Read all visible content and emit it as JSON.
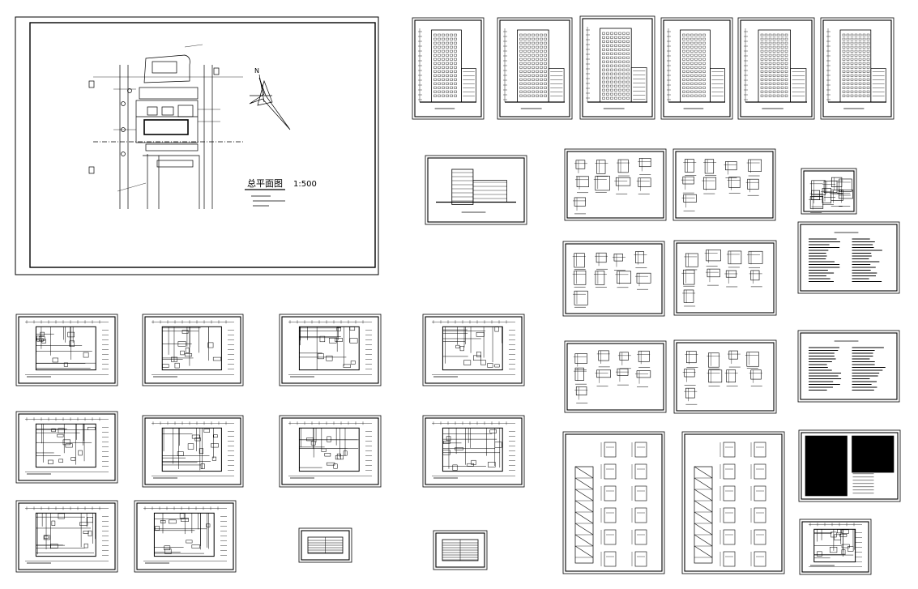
{
  "site_plan": {
    "title": "总平面图",
    "scale": "1:500",
    "compass_label": "N"
  },
  "sheets": [
    {
      "id": "site-plan-sheet",
      "kind": "siteplan"
    },
    {
      "id": "elevation-sheet-1",
      "kind": "elevation"
    },
    {
      "id": "elevation-sheet-2",
      "kind": "elevation"
    },
    {
      "id": "elevation-sheet-3",
      "kind": "elevation"
    },
    {
      "id": "elevation-sheet-4",
      "kind": "elevation"
    },
    {
      "id": "elevation-sheet-5",
      "kind": "elevation"
    },
    {
      "id": "elevation-sheet-6",
      "kind": "elevation"
    },
    {
      "id": "section-sheet",
      "kind": "section"
    },
    {
      "id": "detail-sheet-1",
      "kind": "details"
    },
    {
      "id": "detail-sheet-2",
      "kind": "details"
    },
    {
      "id": "small-detail-sheet",
      "kind": "details"
    },
    {
      "id": "notes-sheet-1",
      "kind": "notes"
    },
    {
      "id": "detail-sheet-3",
      "kind": "details"
    },
    {
      "id": "detail-sheet-4",
      "kind": "details"
    },
    {
      "id": "detail-sheet-5",
      "kind": "details"
    },
    {
      "id": "detail-sheet-6",
      "kind": "details"
    },
    {
      "id": "notes-sheet-2",
      "kind": "notes"
    },
    {
      "id": "floor-plan-sheet-1",
      "kind": "plan"
    },
    {
      "id": "floor-plan-sheet-2",
      "kind": "plan"
    },
    {
      "id": "floor-plan-sheet-3",
      "kind": "plan"
    },
    {
      "id": "floor-plan-sheet-4",
      "kind": "plan"
    },
    {
      "id": "floor-plan-sheet-5",
      "kind": "plan"
    },
    {
      "id": "floor-plan-sheet-6",
      "kind": "plan"
    },
    {
      "id": "floor-plan-sheet-7",
      "kind": "plan"
    },
    {
      "id": "floor-plan-sheet-8",
      "kind": "plan"
    },
    {
      "id": "floor-plan-sheet-9",
      "kind": "plan"
    },
    {
      "id": "floor-plan-sheet-10",
      "kind": "plan"
    },
    {
      "id": "table-sheet-1",
      "kind": "table"
    },
    {
      "id": "table-sheet-2",
      "kind": "table"
    },
    {
      "id": "stair-sheet-1",
      "kind": "stair"
    },
    {
      "id": "stair-sheet-2",
      "kind": "stair"
    },
    {
      "id": "schedule-sheet",
      "kind": "schedule"
    },
    {
      "id": "roof-plan-sheet",
      "kind": "plan"
    }
  ],
  "colors": {
    "ink": "#000000",
    "paper": "#ffffff",
    "frame_gray": "#888888"
  }
}
